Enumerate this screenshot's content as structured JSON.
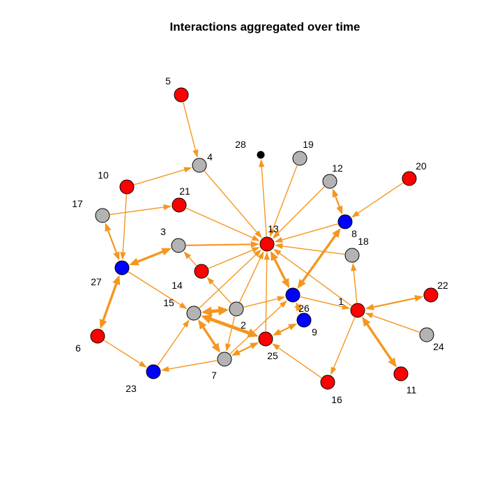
{
  "title": "Interactions aggregated over time",
  "colors": {
    "edge": "#f5961e",
    "red": "#ff0000",
    "blue": "#0000ff",
    "gray": "#b3b3b3",
    "black": "#000000"
  },
  "nodes": [
    {
      "id": "1",
      "color": "red"
    },
    {
      "id": "2",
      "color": "gray"
    },
    {
      "id": "3",
      "color": "gray"
    },
    {
      "id": "4",
      "color": "gray"
    },
    {
      "id": "5",
      "color": "red"
    },
    {
      "id": "6",
      "color": "red"
    },
    {
      "id": "7",
      "color": "gray"
    },
    {
      "id": "8",
      "color": "blue"
    },
    {
      "id": "9",
      "color": "blue"
    },
    {
      "id": "10",
      "color": "red"
    },
    {
      "id": "11",
      "color": "red"
    },
    {
      "id": "12",
      "color": "gray"
    },
    {
      "id": "13",
      "color": "red"
    },
    {
      "id": "14",
      "color": "red"
    },
    {
      "id": "15",
      "color": "gray"
    },
    {
      "id": "16",
      "color": "red"
    },
    {
      "id": "17",
      "color": "gray"
    },
    {
      "id": "18",
      "color": "gray"
    },
    {
      "id": "19",
      "color": "gray"
    },
    {
      "id": "20",
      "color": "red"
    },
    {
      "id": "21",
      "color": "red"
    },
    {
      "id": "22",
      "color": "red"
    },
    {
      "id": "23",
      "color": "blue"
    },
    {
      "id": "24",
      "color": "gray"
    },
    {
      "id": "25",
      "color": "red"
    },
    {
      "id": "26",
      "color": "blue"
    },
    {
      "id": "27",
      "color": "blue"
    },
    {
      "id": "28",
      "color": "black"
    }
  ],
  "edges": [
    {
      "from": "5",
      "to": "4",
      "weight": 1,
      "dir": "to"
    },
    {
      "from": "10",
      "to": "4",
      "weight": 1,
      "dir": "to"
    },
    {
      "from": "4",
      "to": "13",
      "weight": 1,
      "dir": "to"
    },
    {
      "from": "10",
      "to": "27",
      "weight": 1,
      "dir": "to"
    },
    {
      "from": "17",
      "to": "21",
      "weight": 1,
      "dir": "to"
    },
    {
      "from": "17",
      "to": "27",
      "weight": 2,
      "dir": "both"
    },
    {
      "from": "21",
      "to": "13",
      "weight": 1,
      "dir": "to"
    },
    {
      "from": "3",
      "to": "13",
      "weight": 2,
      "dir": "to"
    },
    {
      "from": "27",
      "to": "3",
      "weight": 3,
      "dir": "both"
    },
    {
      "from": "14",
      "to": "13",
      "weight": 1,
      "dir": "to"
    },
    {
      "from": "14",
      "to": "3",
      "weight": 1,
      "dir": "to"
    },
    {
      "from": "27",
      "to": "6",
      "weight": 3,
      "dir": "both"
    },
    {
      "from": "27",
      "to": "15",
      "weight": 1,
      "dir": "to"
    },
    {
      "from": "6",
      "to": "23",
      "weight": 1,
      "dir": "to"
    },
    {
      "from": "23",
      "to": "15",
      "weight": 1,
      "dir": "to"
    },
    {
      "from": "7",
      "to": "23",
      "weight": 1,
      "dir": "to"
    },
    {
      "from": "15",
      "to": "13",
      "weight": 1,
      "dir": "to"
    },
    {
      "from": "2",
      "to": "15",
      "weight": 4,
      "dir": "both"
    },
    {
      "from": "2",
      "to": "14",
      "weight": 1,
      "dir": "to"
    },
    {
      "from": "2",
      "to": "13",
      "weight": 1,
      "dir": "to"
    },
    {
      "from": "2",
      "to": "7",
      "weight": 1,
      "dir": "to"
    },
    {
      "from": "2",
      "to": "26",
      "weight": 1,
      "dir": "to"
    },
    {
      "from": "25",
      "to": "15",
      "weight": 4,
      "dir": "both"
    },
    {
      "from": "15",
      "to": "7",
      "weight": 3,
      "dir": "both"
    },
    {
      "from": "25",
      "to": "7",
      "weight": 2,
      "dir": "both"
    },
    {
      "from": "7",
      "to": "26",
      "weight": 1,
      "dir": "to"
    },
    {
      "from": "25",
      "to": "13",
      "weight": 1,
      "dir": "to"
    },
    {
      "from": "9",
      "to": "25",
      "weight": 2,
      "dir": "both"
    },
    {
      "from": "16",
      "to": "25",
      "weight": 1,
      "dir": "to"
    },
    {
      "from": "26",
      "to": "13",
      "weight": 3,
      "dir": "both"
    },
    {
      "from": "26",
      "to": "9",
      "weight": 2,
      "dir": "both"
    },
    {
      "from": "26",
      "to": "8",
      "weight": 3,
      "dir": "both"
    },
    {
      "from": "26",
      "to": "1",
      "weight": 1,
      "dir": "to"
    },
    {
      "from": "19",
      "to": "13",
      "weight": 1,
      "dir": "to"
    },
    {
      "from": "13",
      "to": "28",
      "weight": 1,
      "dir": "to"
    },
    {
      "from": "12",
      "to": "13",
      "weight": 1,
      "dir": "to"
    },
    {
      "from": "12",
      "to": "8",
      "weight": 2,
      "dir": "both"
    },
    {
      "from": "8",
      "to": "13",
      "weight": 1,
      "dir": "to"
    },
    {
      "from": "20",
      "to": "8",
      "weight": 1,
      "dir": "to"
    },
    {
      "from": "18",
      "to": "13",
      "weight": 1,
      "dir": "to"
    },
    {
      "from": "1",
      "to": "18",
      "weight": 1,
      "dir": "to"
    },
    {
      "from": "1",
      "to": "13",
      "weight": 1,
      "dir": "to"
    },
    {
      "from": "1",
      "to": "22",
      "weight": 2,
      "dir": "both"
    },
    {
      "from": "24",
      "to": "1",
      "weight": 1,
      "dir": "to"
    },
    {
      "from": "1",
      "to": "11",
      "weight": 3,
      "dir": "both"
    },
    {
      "from": "1",
      "to": "16",
      "weight": 1,
      "dir": "to"
    }
  ]
}
